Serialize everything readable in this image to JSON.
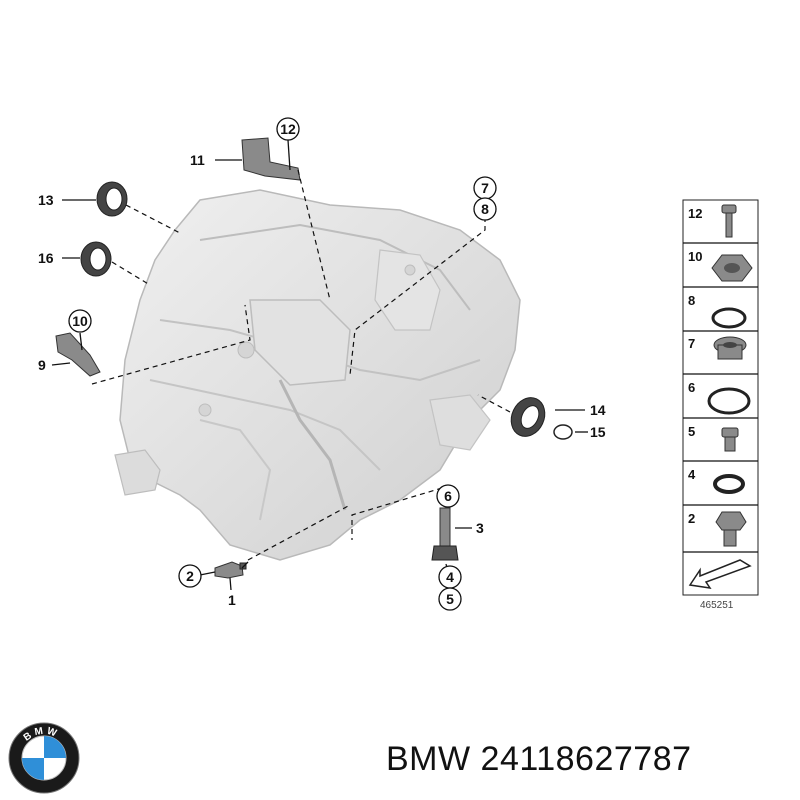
{
  "diagram": {
    "callouts": {
      "c1": "1",
      "c2": "2",
      "c3": "3",
      "c4": "4",
      "c5": "5",
      "c6": "6",
      "c7": "7",
      "c8": "8",
      "c9": "9",
      "c10": "10",
      "c11": "11",
      "c12": "12",
      "c13": "13",
      "c14": "14",
      "c15": "15",
      "c16": "16"
    },
    "legend": {
      "items": [
        "12",
        "10",
        "8",
        "7",
        "6",
        "5",
        "4",
        "2"
      ],
      "diagram_code": "465251"
    }
  },
  "brand": {
    "text": "BMW 24118627787",
    "logo_letters": "BMW"
  },
  "colors": {
    "housing": "#e6e6e6",
    "housing_shadow": "#c9c9c9",
    "line": "#111111",
    "logo_blue": "#2f8fd8",
    "logo_ring": "#1a1a1a"
  }
}
